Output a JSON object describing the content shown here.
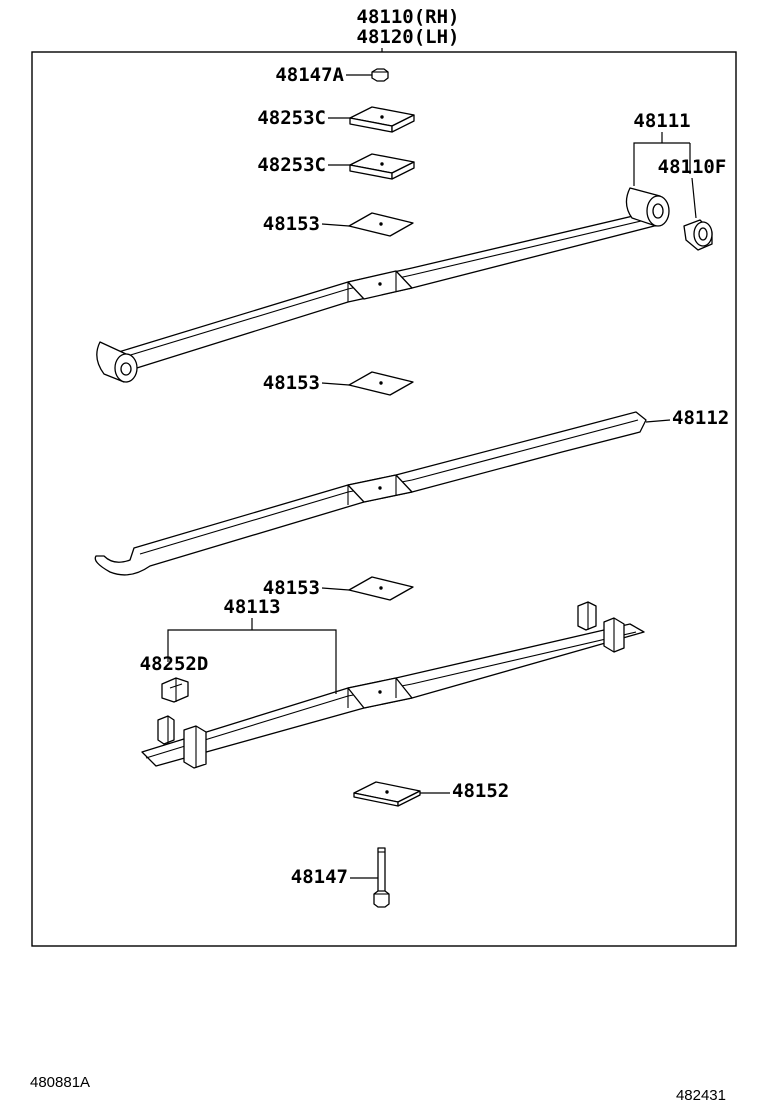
{
  "assembly": {
    "number_rh": "48110(RH)",
    "number_lh": "48120(LH)"
  },
  "parts": {
    "nut": "48147A",
    "spacer_upper": "48253C",
    "spacer_lower": "48253C",
    "insert_1": "48153",
    "insert_2": "48153",
    "insert_3": "48153",
    "main_leaf_group": "48111",
    "bushing": "48110F",
    "second_leaf": "48112",
    "lower_leaf_group": "48113",
    "clip": "48252D",
    "seat_plate": "48152",
    "center_bolt": "48147"
  },
  "footer": {
    "left_code": "480881A",
    "right_code": "482431"
  }
}
